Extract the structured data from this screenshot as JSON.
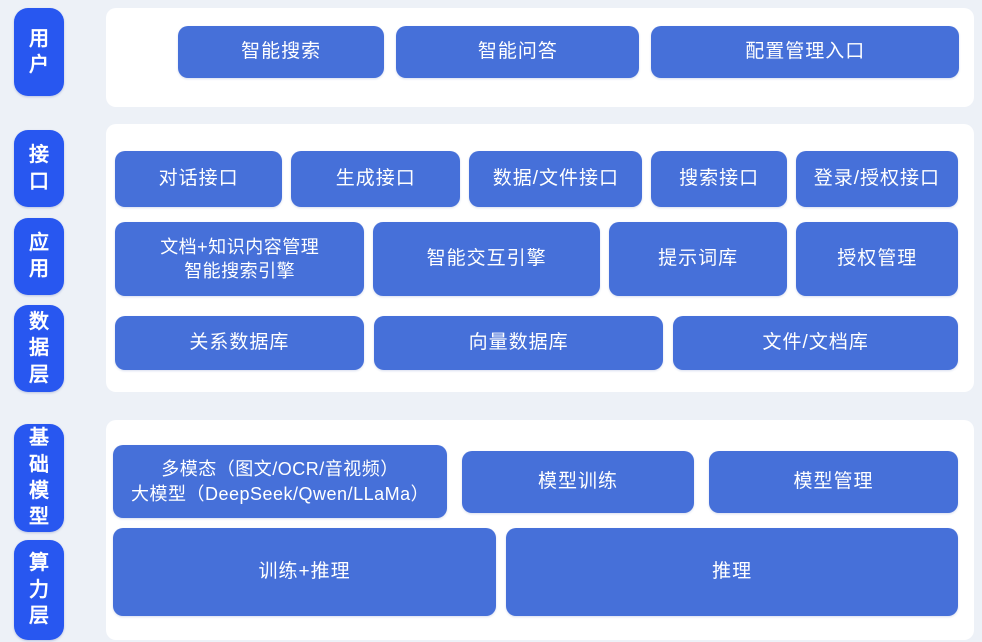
{
  "colors": {
    "background": "#edf1f7",
    "panel": "#ffffff",
    "layer_pill_blue": "#2857f0",
    "node_blue": "#4670d9",
    "text": "#ffffff"
  },
  "sections": [
    {
      "pills": [
        {
          "label": "用户"
        }
      ],
      "rows": [
        {
          "buttons": [
            {
              "label": "智能搜索"
            },
            {
              "label": "智能问答"
            },
            {
              "label": "配置管理入口"
            }
          ]
        }
      ]
    },
    {
      "pills": [
        {
          "label": "接口"
        },
        {
          "label": "应用"
        },
        {
          "label": "数据层"
        }
      ],
      "rows": [
        {
          "buttons": [
            {
              "label": "对话接口"
            },
            {
              "label": "生成接口"
            },
            {
              "label": "数据/文件接口"
            },
            {
              "label": "搜索接口"
            },
            {
              "label": "登录/授权接口"
            }
          ]
        },
        {
          "buttons": [
            {
              "label": "文档+知识内容管理\n智能搜索引擎"
            },
            {
              "label": "智能交互引擎"
            },
            {
              "label": "提示词库"
            },
            {
              "label": "授权管理"
            }
          ]
        },
        {
          "buttons": [
            {
              "label": "关系数据库"
            },
            {
              "label": "向量数据库"
            },
            {
              "label": "文件/文档库"
            }
          ]
        }
      ]
    },
    {
      "pills": [
        {
          "label": "基础模型"
        },
        {
          "label": "算力层"
        }
      ],
      "rows": [
        {
          "buttons": [
            {
              "label": "多模态（图文/OCR/音视频）\n大模型（DeepSeek/Qwen/LLaMa）"
            },
            {
              "label": "模型训练"
            },
            {
              "label": "模型管理"
            }
          ]
        },
        {
          "buttons": [
            {
              "label": "训练+推理"
            },
            {
              "label": "推理"
            }
          ]
        }
      ]
    }
  ]
}
